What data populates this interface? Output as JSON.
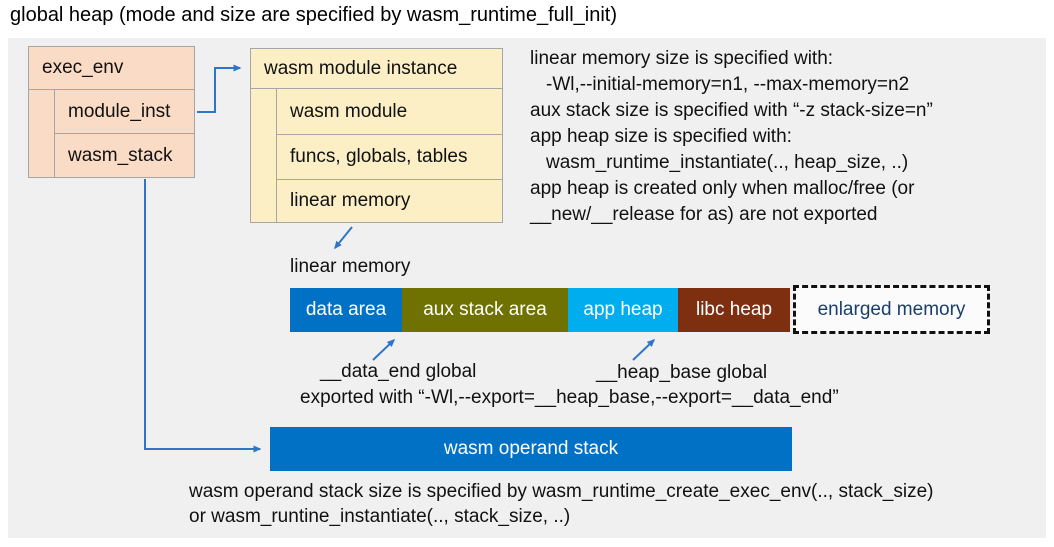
{
  "title": "global heap (mode and size are specified by wasm_runtime_full_init)",
  "exec_env": {
    "header": "exec_env",
    "rows": [
      "module_inst",
      "wasm_stack"
    ]
  },
  "module_instance": {
    "header": "wasm module instance",
    "rows": [
      "wasm module",
      "funcs, globals, tables",
      "linear memory"
    ]
  },
  "right_notes": {
    "lines": [
      "linear memory size is specified with:",
      "-Wl,--initial-memory=n1, --max-memory=n2",
      "aux stack size is specified with “-z stack-size=n”",
      "app heap size is specified with:",
      "wasm_runtime_instantiate(.., heap_size, ..)",
      "app heap is created only when malloc/free (or",
      "__new/__release for as) are not exported"
    ]
  },
  "linear_memory": {
    "label": "linear memory",
    "segments": [
      {
        "label": "data area",
        "color": "#0071C5"
      },
      {
        "label": "aux stack area",
        "color": "#6F7100"
      },
      {
        "label": "app heap",
        "color": "#00AEEF"
      },
      {
        "label": "libc heap",
        "color": "#7E2F10"
      }
    ],
    "enlarged_memory": {
      "label": "enlarged memory",
      "text_color": "#1A3E6E"
    }
  },
  "annotations": {
    "data_end": "__data_end global",
    "heap_base": "__heap_base global",
    "exported": "exported with “-Wl,--export=__heap_base,--export=__data_end”"
  },
  "operand_stack": {
    "label": "wasm operand stack",
    "color": "#0071C5"
  },
  "bottom_notes": {
    "lines": [
      "wasm operand stack size is specified by wasm_runtime_create_exec_env(.., stack_size)",
      "or wasm_runtine_instantiate(.., stack_size, ..)"
    ]
  },
  "colors": {
    "panel_bg": "#F0F0F0",
    "box_pink": "#FADCC6",
    "box_yellow": "#FCEFC5",
    "box_border": "#A6A6A6",
    "arrow": "#2E75C8"
  }
}
